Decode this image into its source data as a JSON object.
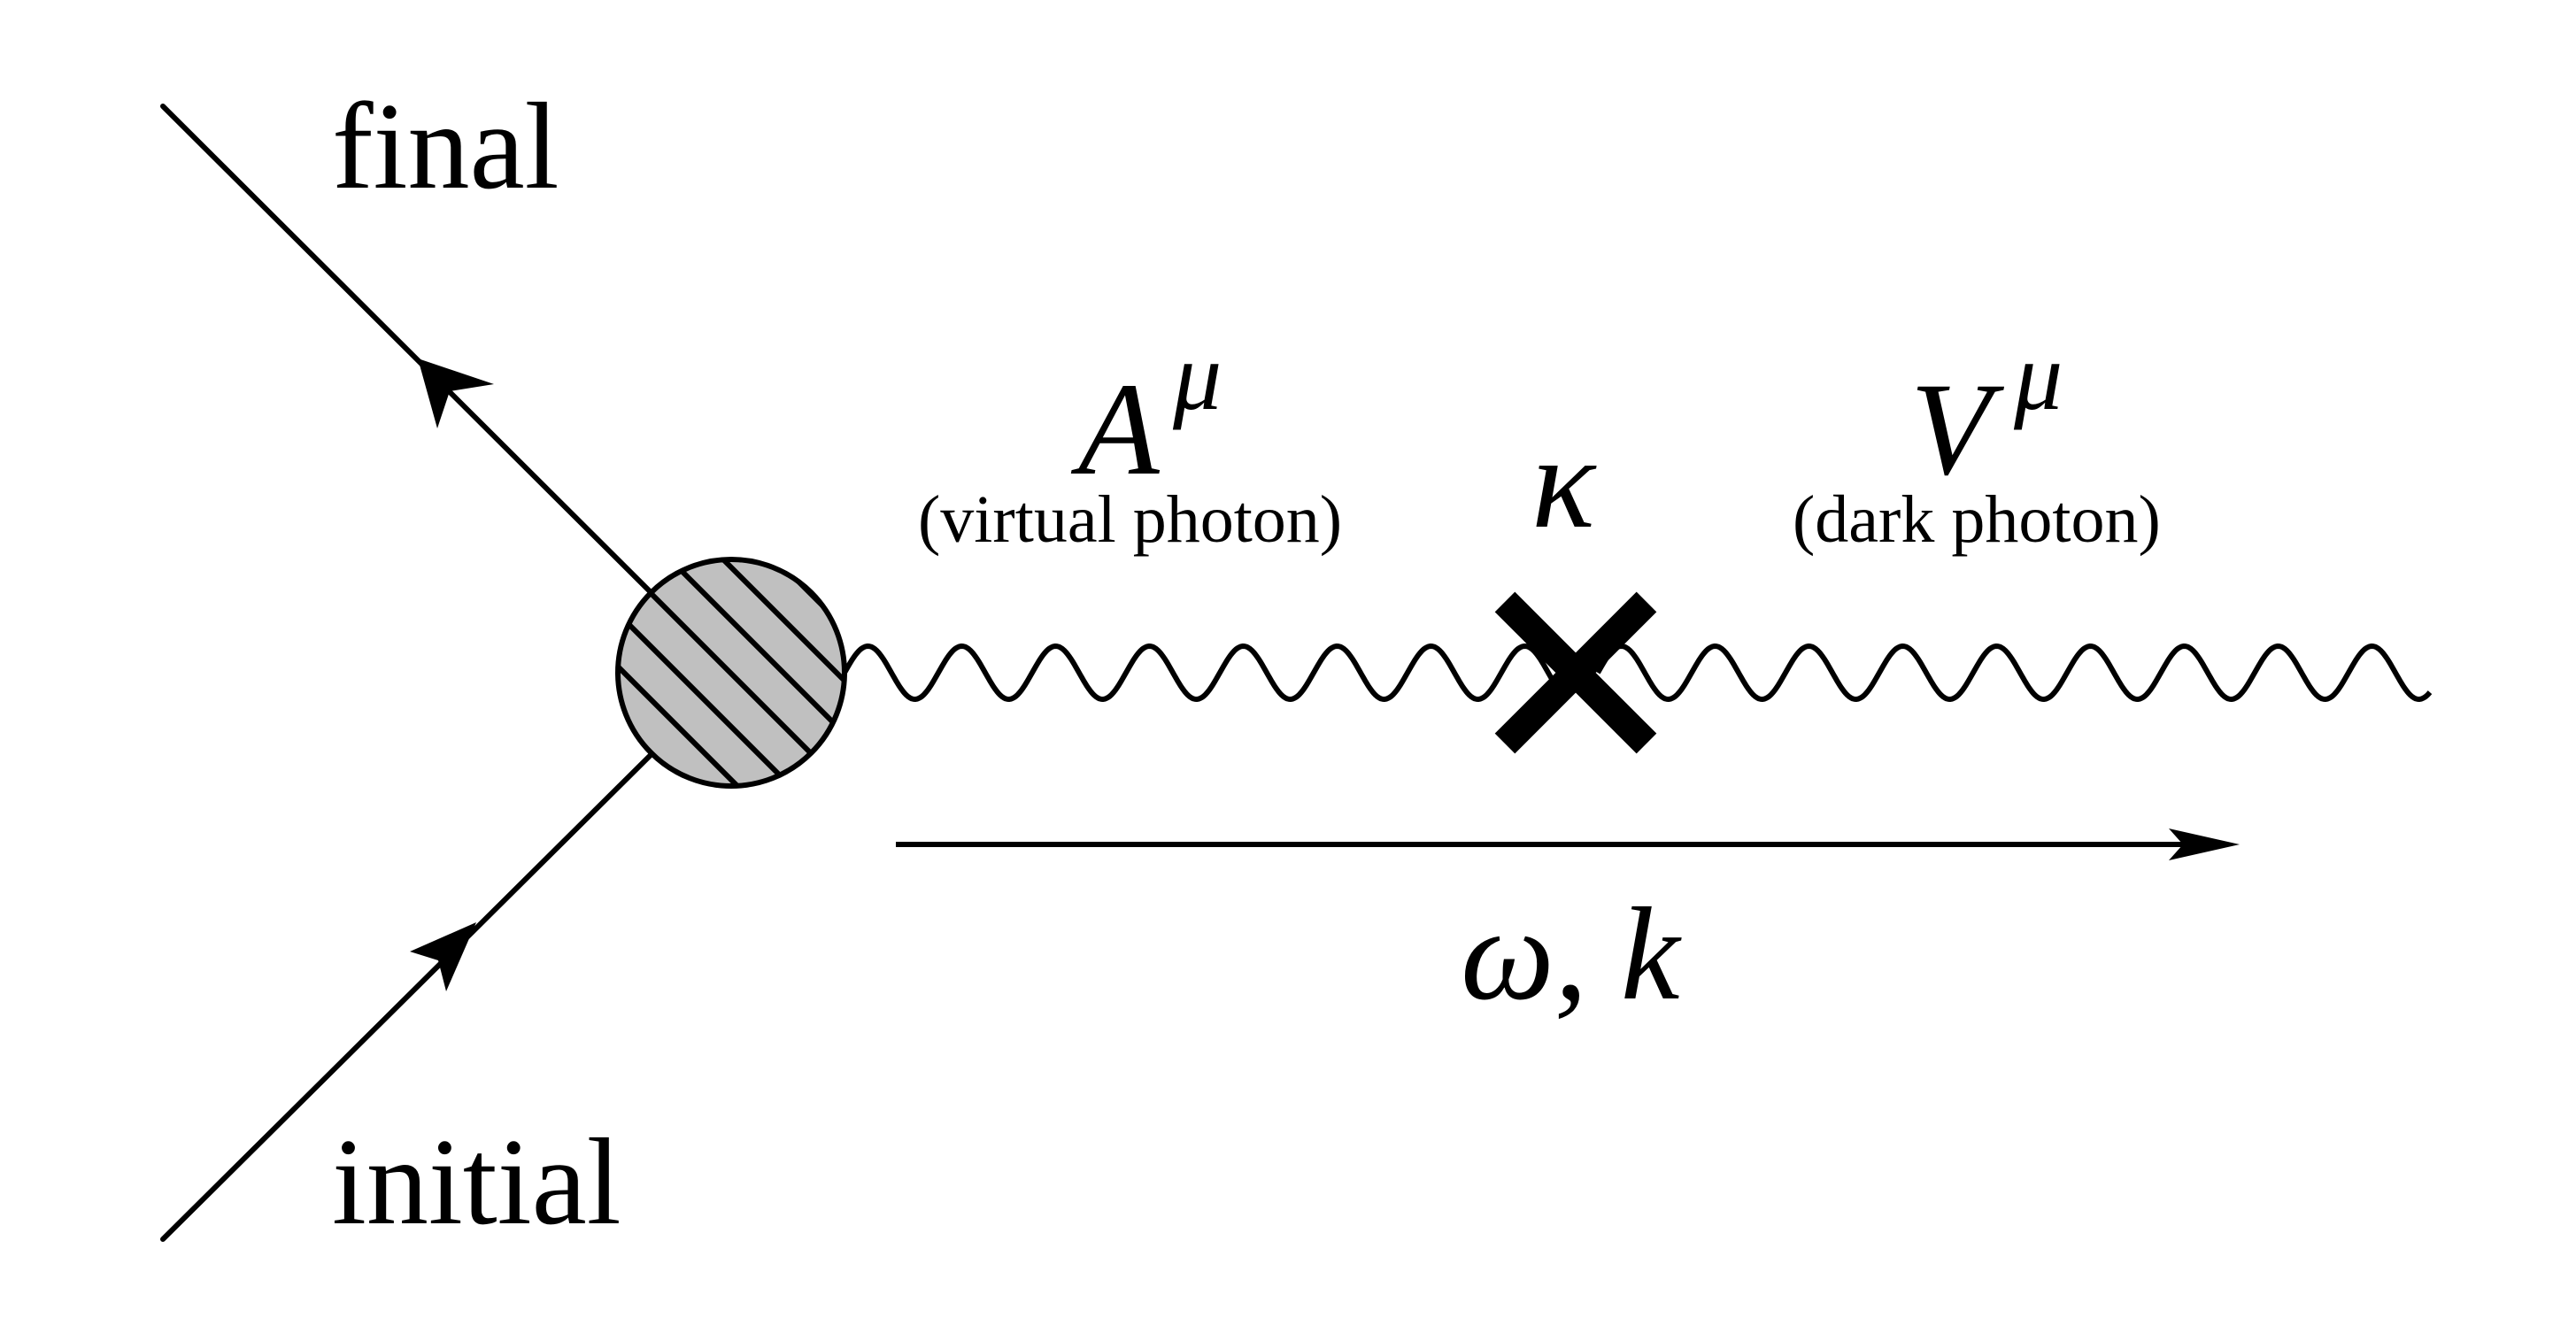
{
  "labels": {
    "final": "final",
    "initial": "initial",
    "a_field": "A",
    "a_superscript": "μ",
    "a_caption": "(virtual photon)",
    "kappa": "κ",
    "v_field": "V",
    "v_superscript": "μ",
    "v_caption": "(dark photon)",
    "momentum": "ω, k"
  },
  "colors": {
    "line": "#000000",
    "blob_fill": "#c0c0c0",
    "background": "#ffffff"
  }
}
